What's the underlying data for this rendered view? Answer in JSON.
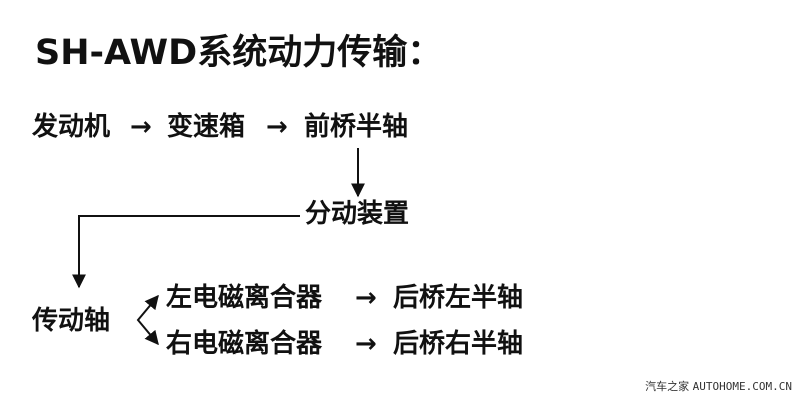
{
  "title": "SH-AWD系统动力传输：",
  "flow": {
    "engine": "发动机",
    "gearbox": "变速箱",
    "front_half_axle": "前桥半轴",
    "transfer_case": "分动装置",
    "driveshaft": "传动轴",
    "left_clutch": "左电磁离合器",
    "right_clutch": "右电磁离合器",
    "rear_left_half_axle": "后桥左半轴",
    "rear_right_half_axle": "后桥右半轴",
    "arrow": "→"
  },
  "watermark": {
    "brand": "汽车之家",
    "site": "AUTOHOME.COM.CN"
  },
  "colors": {
    "text": "#111111",
    "line": "#111111",
    "background": "#ffffff"
  }
}
